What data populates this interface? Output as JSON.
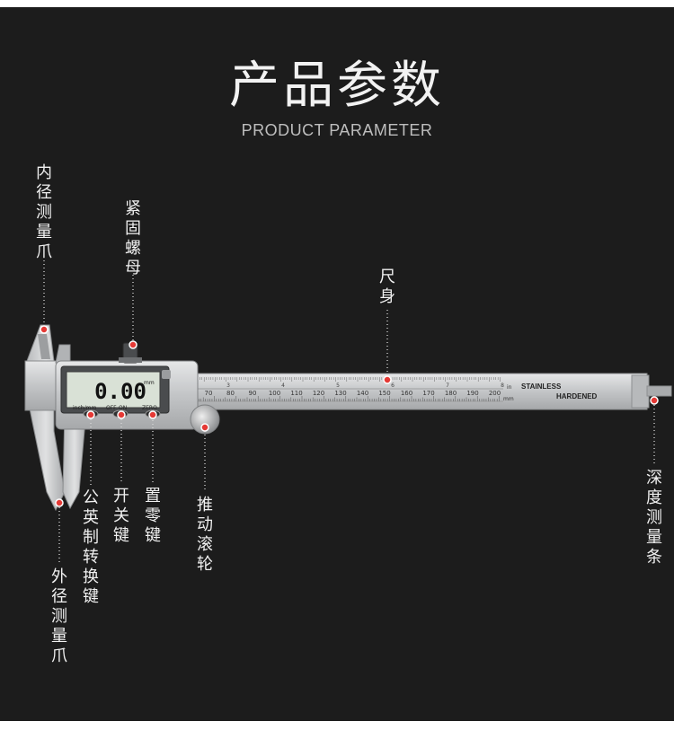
{
  "title": "产品参数",
  "subtitle": "PRODUCT PARAMETER",
  "colors": {
    "background": "#1c1c1c",
    "marker": "#e53935",
    "steel": "#c9cbcc",
    "lcd": "#d9e1d6"
  },
  "display": {
    "reading": "0.00",
    "unit": "mm",
    "btn_mode": "inch/mm",
    "btn_off": "OFF",
    "btn_on": "ON",
    "btn_zero": "ZERO"
  },
  "ruler": {
    "main_ticks": [
      "70",
      "80",
      "90",
      "100",
      "110",
      "120",
      "130",
      "140",
      "150",
      "160",
      "170",
      "180",
      "190",
      "200"
    ],
    "unit": "mm",
    "inch_ticks": [
      "3",
      "4",
      "5",
      "6",
      "7",
      "8"
    ],
    "inch_unit": "in",
    "engraving_1": "STAINLESS",
    "engraving_2": "HARDENED"
  },
  "labels": {
    "inner_jaw": "内径测量爪",
    "lock_nut": "紧固螺母",
    "ruler_body": "尺身",
    "depth_bar": "深度测量条",
    "unit_switch": "公英制转换键",
    "power_key": "开关键",
    "zero_key": "置零键",
    "thumb_roller": "推动滚轮",
    "outer_jaw": "外径测量爪"
  }
}
